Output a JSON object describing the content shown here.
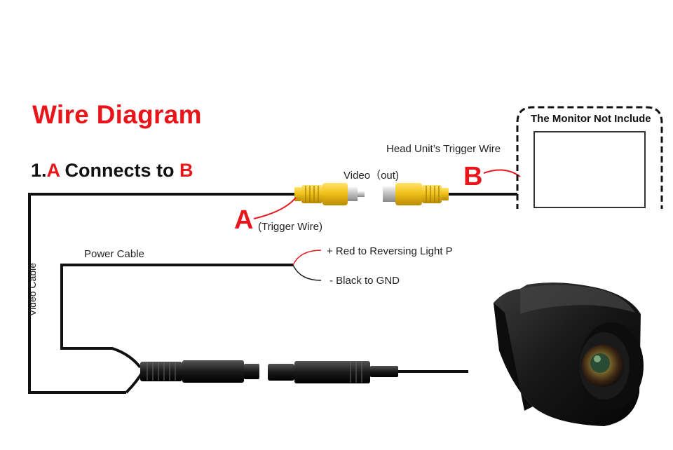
{
  "title": "Wire Diagram",
  "subtitle": {
    "prefix": "1.",
    "a": "A",
    "middle": " Connects to ",
    "b": "B"
  },
  "labels": {
    "monitor": "The Monitor Not Include",
    "head_unit_trigger": "Head Unit’s Trigger Wire",
    "video_out": "Video（out)",
    "letter_a": "A",
    "letter_b": "B",
    "trigger_wire": "(Trigger Wire)",
    "power_cable": "Power Cable",
    "red": "+ Red to Reversing Light P",
    "black": "- Black to GND",
    "video_cable": "Video Cable"
  },
  "colors": {
    "accent_red": "#e8161b",
    "rca_yellow": "#f2c21b",
    "wire": "#111111"
  }
}
